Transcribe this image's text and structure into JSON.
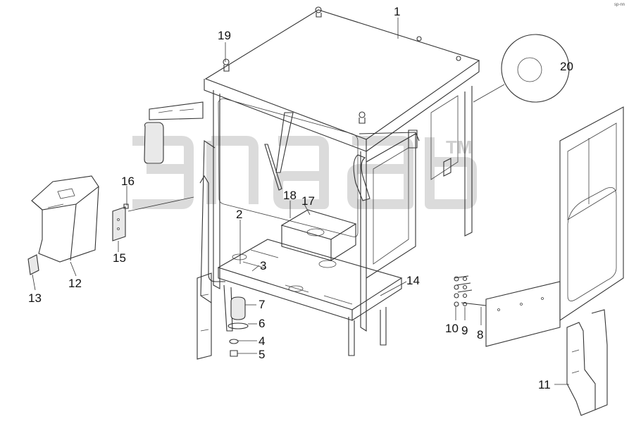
{
  "corner_mark": "sp-nn",
  "watermark_mark": "TM",
  "callouts": [
    "1",
    "2",
    "3",
    "4",
    "5",
    "6",
    "7",
    "8",
    "9",
    "10",
    "11",
    "12",
    "13",
    "14",
    "15",
    "16",
    "17",
    "18",
    "19",
    "20"
  ]
}
